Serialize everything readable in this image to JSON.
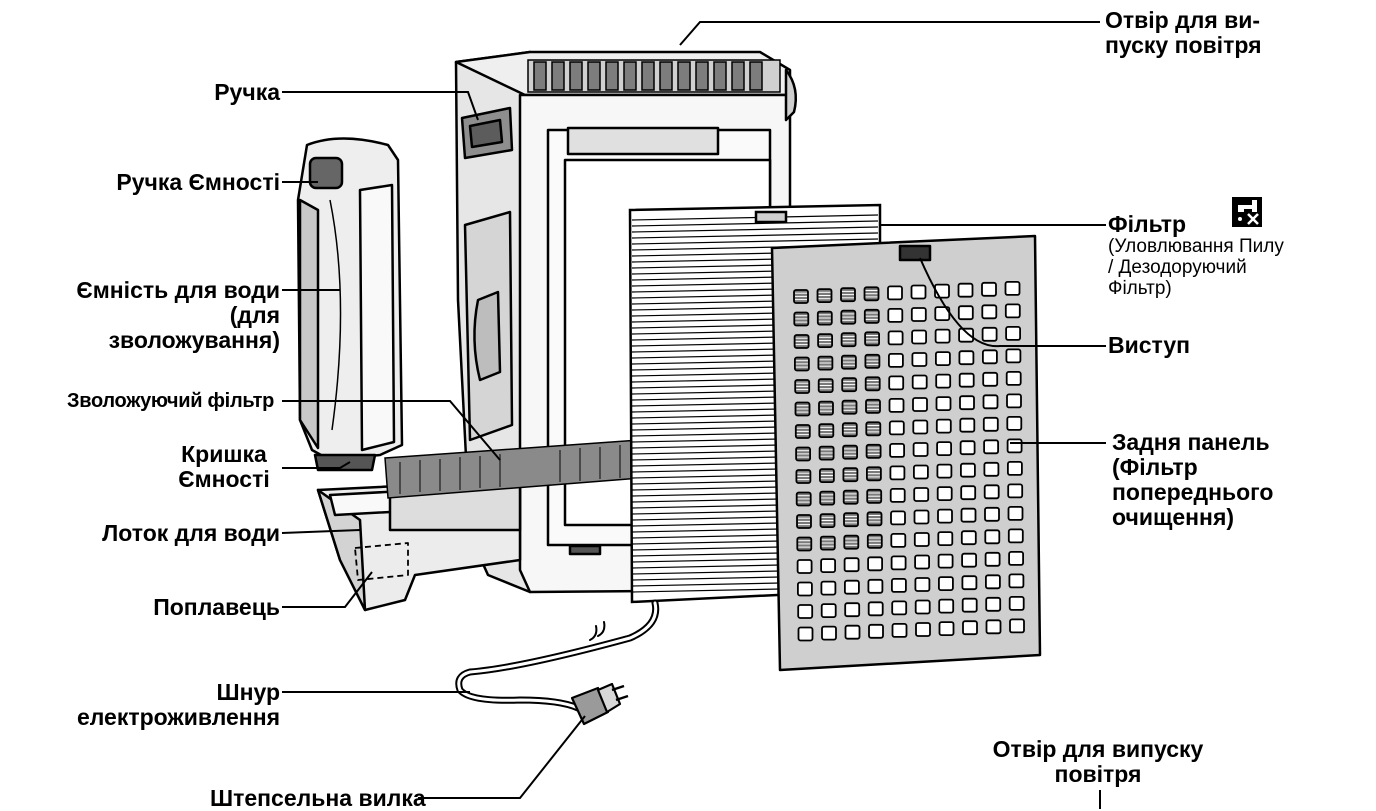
{
  "labels": {
    "outlet_top": [
      "Отвір для ви-",
      "пуску повітря"
    ],
    "handle": "Ручка",
    "tank_handle": "Ручка Ємності",
    "water_tank": [
      "Ємність для води",
      "(для",
      "зволожування)"
    ],
    "humidifying_filter": "Зволожуючий фільтр",
    "tank_cap": [
      "Кришка",
      "Ємності"
    ],
    "water_tray": "Лоток для води",
    "float": "Поплавець",
    "power_cord": [
      "Шнур",
      "електроживлення"
    ],
    "plug": "Штепсельна вилка",
    "filter_title": "Фільтр",
    "filter_desc": [
      "(Уловлювання Пилу",
      "/ Дезодоруючий",
      "Фільтр)"
    ],
    "tab": "Виступ",
    "back_panel": [
      "Задня панель",
      "(Фільтр",
      "попереднього",
      "очищення)"
    ],
    "outlet_bottom": [
      "Отвір для випуску",
      "повітря"
    ]
  },
  "icons": {
    "filter_wash": "no-water-wash-icon"
  },
  "colors": {
    "line": "#000000",
    "body_fill": "#f4f4f4",
    "body_shade": "#d9d9d9",
    "dark_shade": "#9a9a9a"
  }
}
